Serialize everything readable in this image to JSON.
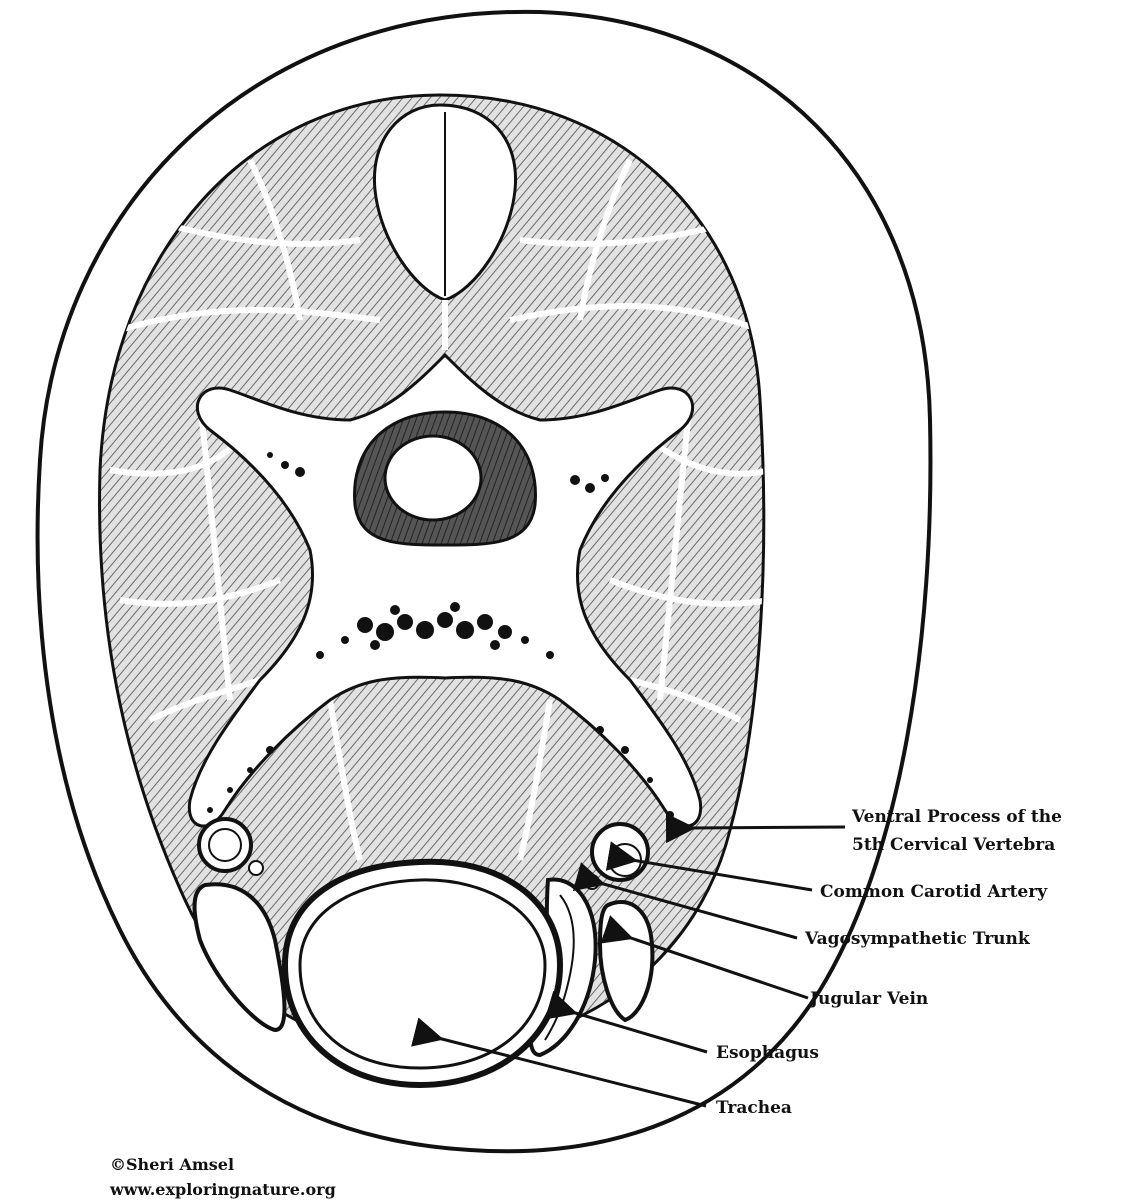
{
  "labels": {
    "ventral_process_line1": "Ventral Process of the",
    "ventral_process_line2": "5th Cervical Vertebra",
    "common_carotid": "Common Carotid Artery",
    "vagosympathetic": "Vagosympathetic Trunk",
    "jugular": "Jugular Vein",
    "esophagus": "Esophagus",
    "trachea": "Trachea"
  },
  "credit": {
    "author": "©Sheri Amsel",
    "website": "www.exploringnature.org"
  },
  "colors": {
    "ink": "#111111",
    "muscle_fill": "#d4d4d4",
    "paper": "#ffffff"
  }
}
